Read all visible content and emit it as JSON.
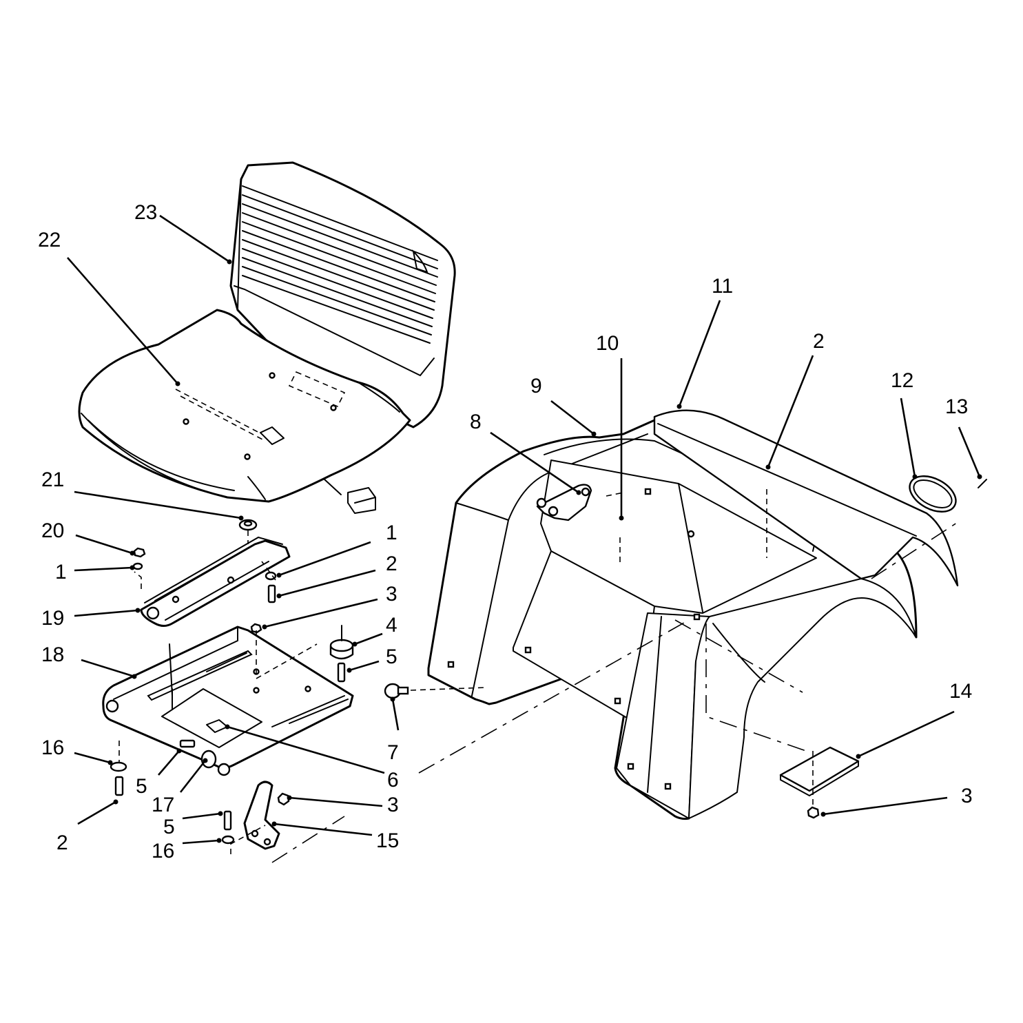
{
  "diagram": {
    "callouts": [
      {
        "id": "c23",
        "text": "23"
      },
      {
        "id": "c22",
        "text": "22"
      },
      {
        "id": "c21",
        "text": "21"
      },
      {
        "id": "c20",
        "text": "20"
      },
      {
        "id": "c1a",
        "text": "1"
      },
      {
        "id": "c19",
        "text": "19"
      },
      {
        "id": "c18",
        "text": "18"
      },
      {
        "id": "c16a",
        "text": "16"
      },
      {
        "id": "c2a",
        "text": "2"
      },
      {
        "id": "c5a",
        "text": "5"
      },
      {
        "id": "c17",
        "text": "17"
      },
      {
        "id": "c5b",
        "text": "5"
      },
      {
        "id": "c16b",
        "text": "16"
      },
      {
        "id": "c1b",
        "text": "1"
      },
      {
        "id": "c2b",
        "text": "2"
      },
      {
        "id": "c3a",
        "text": "3"
      },
      {
        "id": "c4",
        "text": "4"
      },
      {
        "id": "c5c",
        "text": "5"
      },
      {
        "id": "c7",
        "text": "7"
      },
      {
        "id": "c6",
        "text": "6"
      },
      {
        "id": "c3b",
        "text": "3"
      },
      {
        "id": "c15",
        "text": "15"
      },
      {
        "id": "c11",
        "text": "11"
      },
      {
        "id": "c10",
        "text": "10"
      },
      {
        "id": "c9",
        "text": "9"
      },
      {
        "id": "c8",
        "text": "8"
      },
      {
        "id": "c2c",
        "text": "2"
      },
      {
        "id": "c12",
        "text": "12"
      },
      {
        "id": "c13",
        "text": "13"
      },
      {
        "id": "c14",
        "text": "14"
      },
      {
        "id": "c3c",
        "text": "3"
      }
    ]
  }
}
